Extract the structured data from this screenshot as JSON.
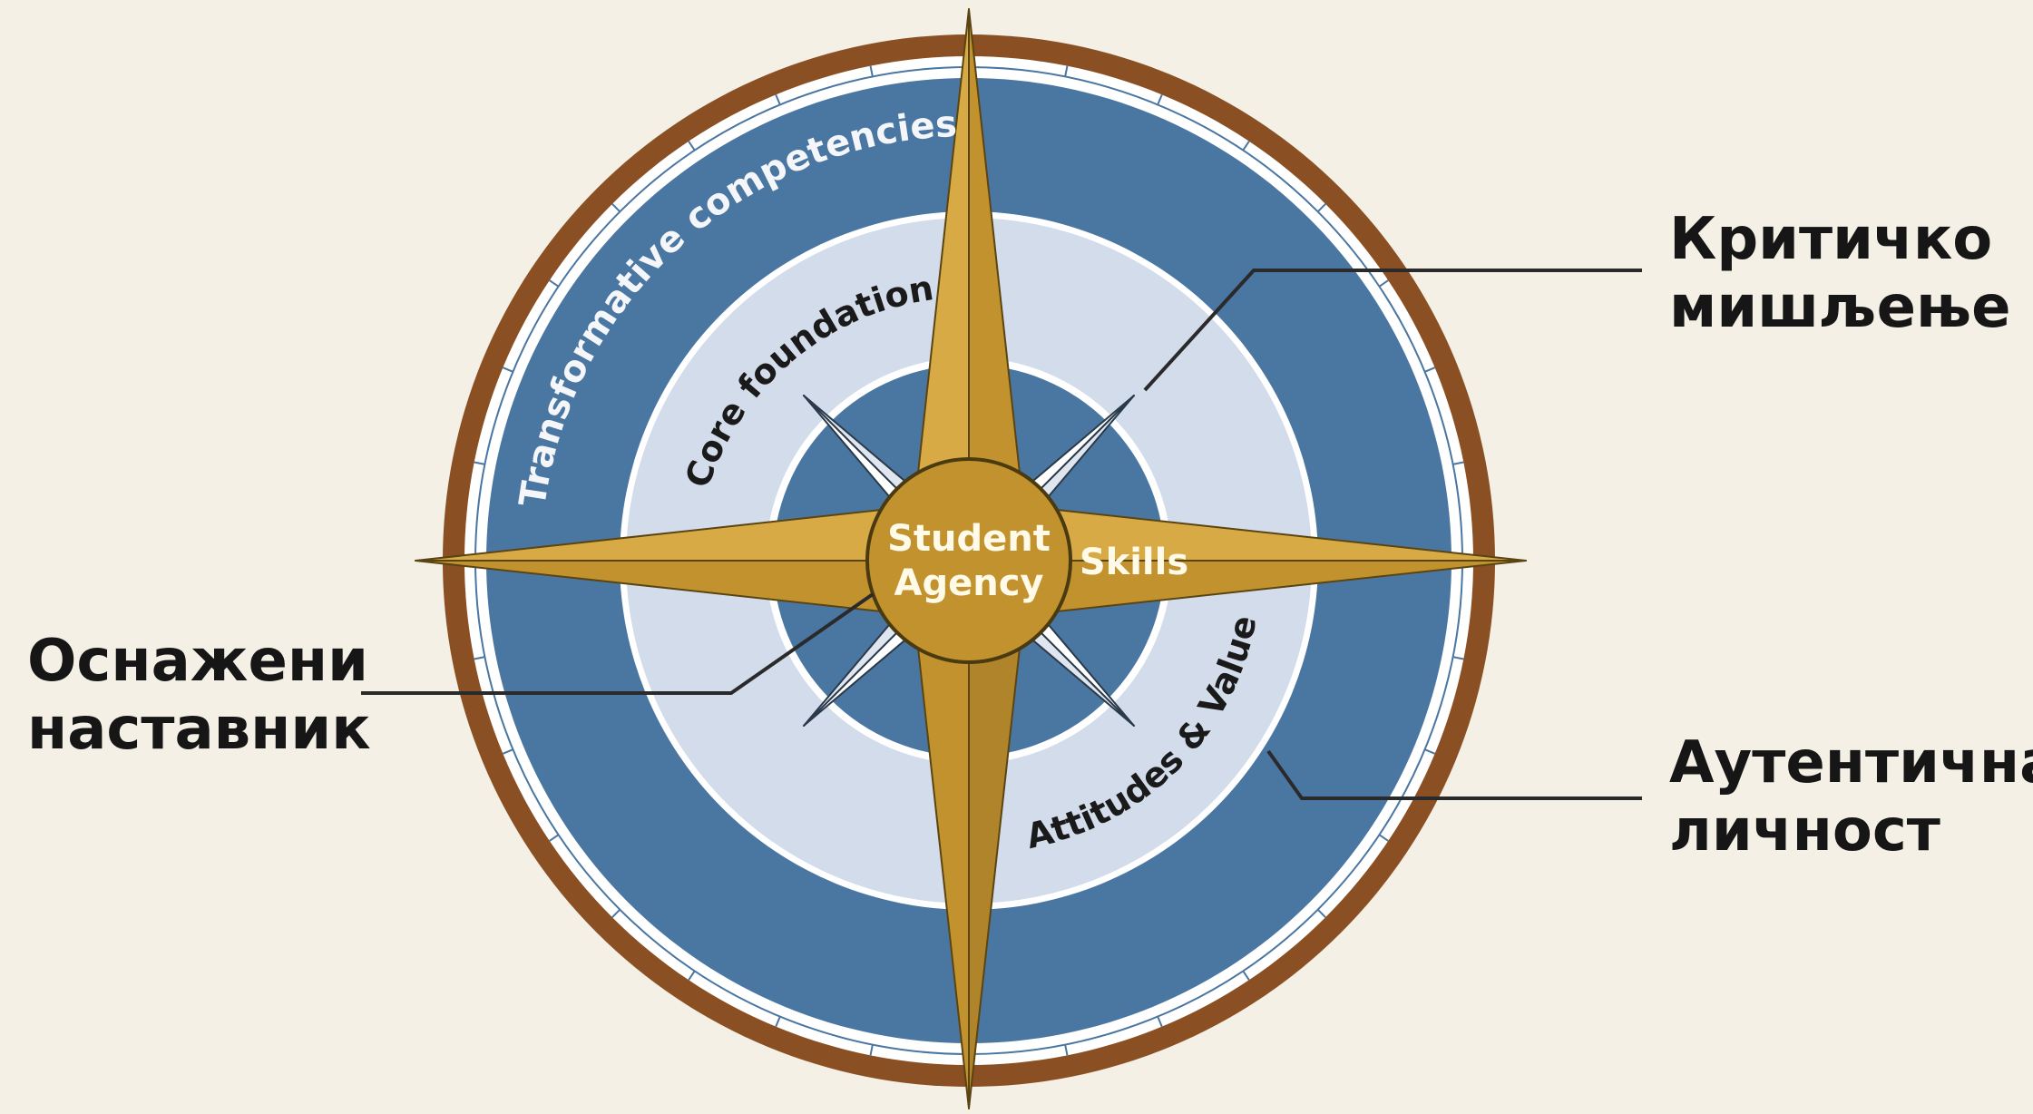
{
  "compass": {
    "center_line1": "Student",
    "center_line2": "Agency",
    "skills": "Skills",
    "outer_ring": "Transformative competencies",
    "middle_ring": "Core foundations",
    "inner_ring": "Attitudes & Values"
  },
  "callouts": {
    "critical_line1": "Критичко",
    "critical_line2": "мишљење",
    "teacher_line1": "Оснажени",
    "teacher_line2": "наставник",
    "authentic_line1": "Аутентична",
    "authentic_line2": "личност"
  },
  "colors": {
    "background": "#f5f0e6",
    "brown_rim": "#8a4f22",
    "dark_blue": "#4a76a2",
    "light_blue": "#d3dcea",
    "gold": "#c2922f",
    "gold_dark": "#8a6a1e"
  }
}
